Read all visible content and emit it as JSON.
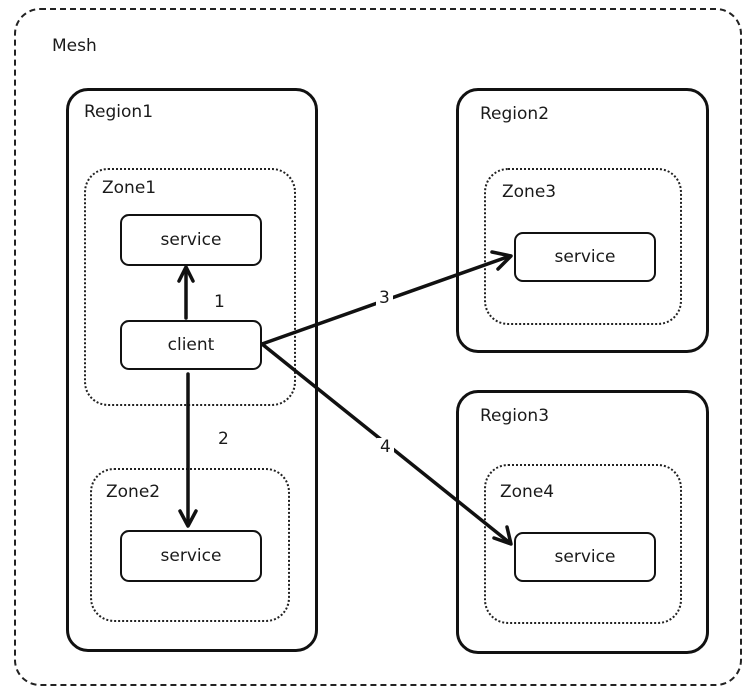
{
  "mesh": {
    "label": "Mesh"
  },
  "regions": [
    {
      "label": "Region1"
    },
    {
      "label": "Region2"
    },
    {
      "label": "Region3"
    }
  ],
  "zones": [
    {
      "label": "Zone1"
    },
    {
      "label": "Zone2"
    },
    {
      "label": "Zone3"
    },
    {
      "label": "Zone4"
    }
  ],
  "nodes": {
    "zone1_service": "service",
    "client": "client",
    "zone2_service": "service",
    "zone3_service": "service",
    "zone4_service": "service"
  },
  "edges": [
    {
      "label": "1",
      "from": "client",
      "to": "zone1_service"
    },
    {
      "label": "2",
      "from": "client",
      "to": "zone2_service"
    },
    {
      "label": "3",
      "from": "client",
      "to": "zone3_service"
    },
    {
      "label": "4",
      "from": "client",
      "to": "zone4_service"
    }
  ]
}
